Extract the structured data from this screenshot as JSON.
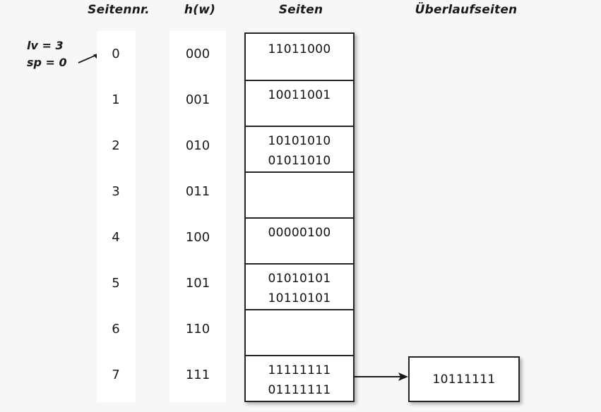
{
  "headers": {
    "seitennr": "Seitennr.",
    "hw": "h(w)",
    "seiten": "Seiten",
    "overflow": "Überlaufseiten"
  },
  "params": {
    "lv": "lv = 3",
    "sp": "sp = 0",
    "pointer_icon": "arrow-right-icon"
  },
  "rows": [
    {
      "index": "0",
      "hash": "000",
      "records": [
        "11011000"
      ]
    },
    {
      "index": "1",
      "hash": "001",
      "records": [
        "10011001"
      ]
    },
    {
      "index": "2",
      "hash": "010",
      "records": [
        "10101010",
        "01011010"
      ]
    },
    {
      "index": "3",
      "hash": "011",
      "records": []
    },
    {
      "index": "4",
      "hash": "100",
      "records": [
        "00000100"
      ]
    },
    {
      "index": "5",
      "hash": "101",
      "records": [
        "01010101",
        "10110101"
      ]
    },
    {
      "index": "6",
      "hash": "110",
      "records": []
    },
    {
      "index": "7",
      "hash": "111",
      "records": [
        "11111111",
        "01111111"
      ]
    }
  ],
  "overflow_pages": [
    {
      "from_row": "7",
      "records": [
        "10111111"
      ]
    }
  ],
  "colors": {
    "background": "#f7f7f7",
    "box_border": "#242424",
    "box_fill": "#ffffff",
    "text": "#1a1a1a",
    "band": "#ffffff"
  }
}
